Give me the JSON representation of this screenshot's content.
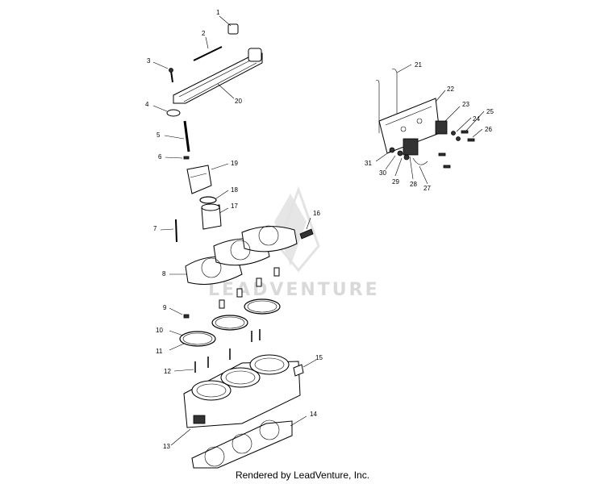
{
  "diagram": {
    "callouts": [
      "1",
      "2",
      "3",
      "4",
      "5",
      "6",
      "7",
      "8",
      "9",
      "10",
      "11",
      "12",
      "13",
      "14",
      "15",
      "16",
      "17",
      "18",
      "19",
      "20",
      "21",
      "22",
      "23",
      "24",
      "25",
      "26",
      "27",
      "28",
      "29",
      "30",
      "31"
    ]
  },
  "watermark": {
    "text": "LEADVENTURE"
  },
  "footer": {
    "credit": "Rendered by LeadVenture, Inc."
  },
  "colors": {
    "ink": "#000000",
    "watermark": "#d9d9d9",
    "background": "#ffffff"
  }
}
